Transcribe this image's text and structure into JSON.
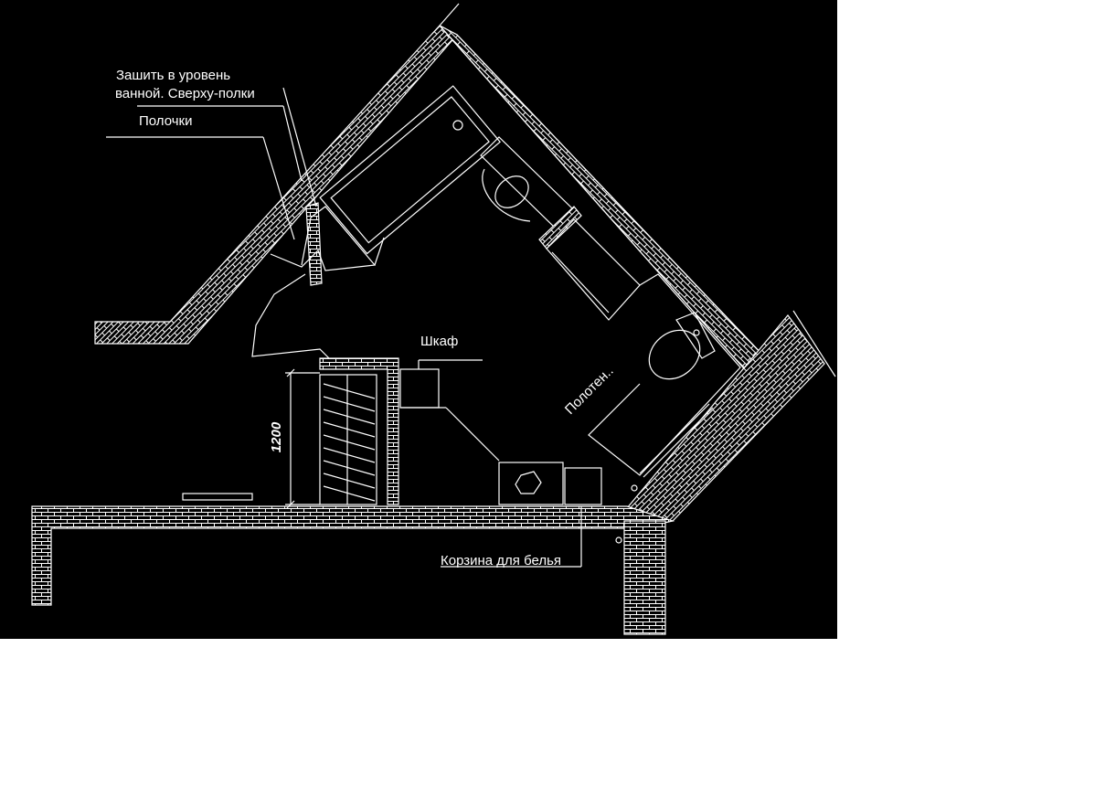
{
  "colors": {
    "background": "#000000",
    "lines": "#ffffff",
    "page": "#ffffff"
  },
  "labels": {
    "sew_line1": "Зашить в уровень",
    "sew_line2": "ванной. Сверху-полки",
    "shelves": "Полочки",
    "wardrobe": "Шкаф",
    "towel": "Полотен..",
    "laundry": "Корзина для белья"
  },
  "dimension": {
    "height": "1200"
  }
}
